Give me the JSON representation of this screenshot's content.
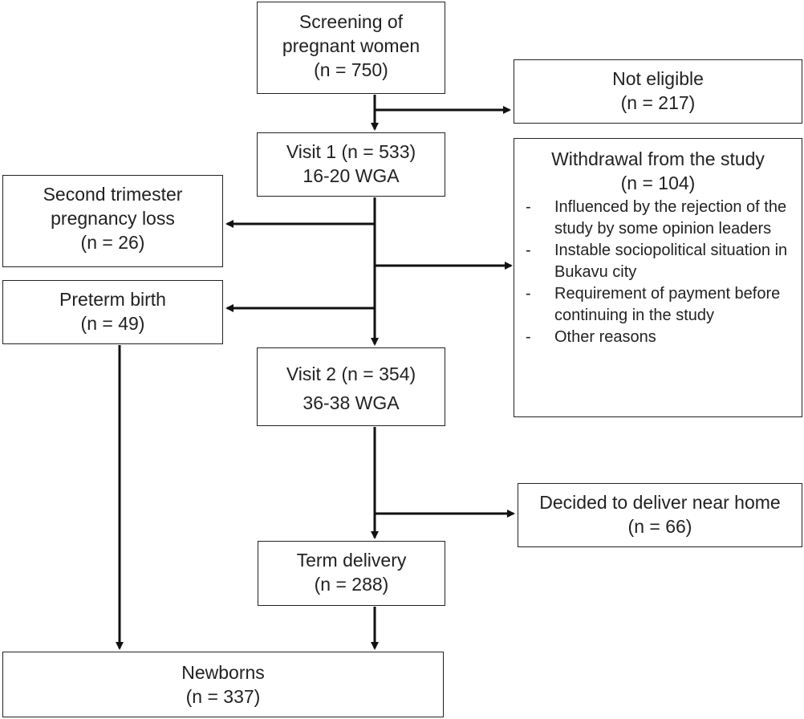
{
  "boxes": {
    "screening": {
      "line1": "Screening of",
      "line2": "pregnant women",
      "line3": "(n = 750)"
    },
    "not_eligible": {
      "line1": "Not  eligible",
      "line2": "(n = 217)"
    },
    "visit1": {
      "line1": "Visit 1 (n = 533)",
      "line2": "16-20 WGA"
    },
    "withdrawal": {
      "title": "Withdrawal from the study",
      "count": "(n = 104)",
      "reasons": [
        "Influenced by the rejection of the study by some opinion leaders",
        "Instable sociopolitical situation in Bukavu city",
        "Requirement of payment before continuing in the study",
        "Other reasons"
      ]
    },
    "second_trimester": {
      "line1": "Second trimester",
      "line2": "pregnancy loss",
      "line3": "(n = 26)"
    },
    "preterm": {
      "line1": "Preterm birth",
      "line2": "(n = 49)"
    },
    "visit2": {
      "line1": "Visit 2 (n = 354)",
      "line2": "36-38 WGA"
    },
    "deliver_home": {
      "line1": "Decided to deliver near home",
      "line2": "(n = 66)"
    },
    "term": {
      "line1": "Term delivery",
      "line2": "(n = 288)"
    },
    "newborns": {
      "line1": "Newborns",
      "line2": "(n = 337)"
    }
  },
  "list_marker": "-"
}
